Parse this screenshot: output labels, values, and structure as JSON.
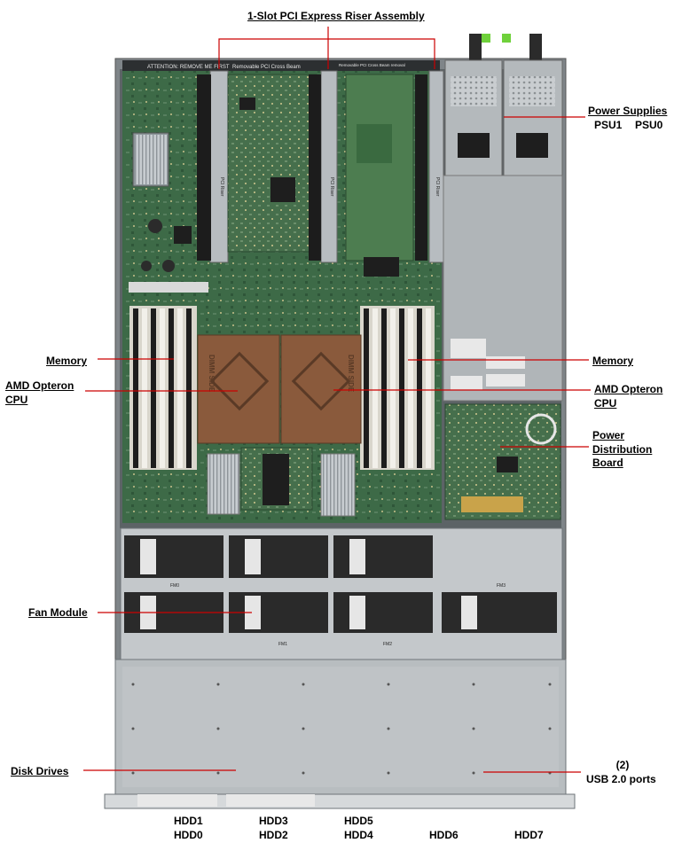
{
  "labels": {
    "riser": "1-Slot PCI Express Riser Assembly",
    "power_supplies": "Power Supplies",
    "psu1": "PSU1",
    "psu0": "PSU0",
    "memory_left": "Memory",
    "memory_right": "Memory",
    "cpu_left_line1": "AMD Opteron",
    "cpu_left_line2": "CPU",
    "cpu_right_line1": "AMD Opteron",
    "cpu_right_line2": "CPU",
    "pdb_line1": "Power",
    "pdb_line2": "Distribution",
    "pdb_line3": "Board",
    "fan_module": "Fan Module",
    "disk_drives": "Disk Drives",
    "usb_line1": "(2)",
    "usb_line2": "USB 2.0 ports",
    "hdd1": "HDD1",
    "hdd0": "HDD0",
    "hdd3": "HDD3",
    "hdd2": "HDD2",
    "hdd5": "HDD5",
    "hdd4": "HDD4",
    "hdd6": "HDD6",
    "hdd7": "HDD7"
  },
  "chassis_text": {
    "attention": "ATTENTION: REMOVE ME FIRST",
    "cross_beam": "Removable PCI Cross Beam",
    "cross_beam_note": "Removable PCI Cross Beam removal",
    "pci_riser": "PCI Riser",
    "fm_labels": [
      "FM0",
      "FM1",
      "FM2",
      "FM3"
    ],
    "heatsink_text": "DIMM SIDE"
  },
  "colors": {
    "callout_line": "#cc0000",
    "board": "#3f6b48",
    "chassis": "#9aa0a4",
    "heatsink": "#8a5a3c",
    "lid": "#b8bdc0"
  }
}
